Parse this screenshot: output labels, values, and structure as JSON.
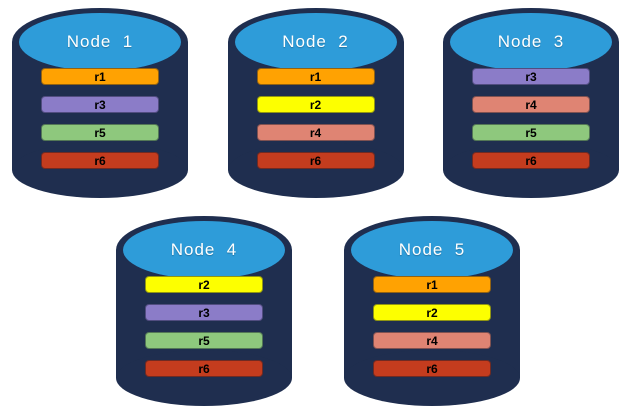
{
  "diagram": {
    "background_color": "#FFFFFF",
    "node_style": {
      "body_color": "#1F2E4F",
      "top_color": "#2E9CD9",
      "label_color": "#FFFFFF",
      "bar_text_color": "#000000"
    },
    "replica_colors": {
      "r1": "#FFA202",
      "r2": "#FDFF00",
      "r3": "#8B7CC8",
      "r4": "#DF8473",
      "r5": "#8EC87D",
      "r6": "#C43C1E"
    },
    "nodes": [
      {
        "label": "Node  1",
        "row": 1,
        "replicas": [
          "r1",
          "r3",
          "r5",
          "r6"
        ]
      },
      {
        "label": "Node  2",
        "row": 1,
        "replicas": [
          "r1",
          "r2",
          "r4",
          "r6"
        ]
      },
      {
        "label": "Node  3",
        "row": 1,
        "replicas": [
          "r3",
          "r4",
          "r5",
          "r6"
        ]
      },
      {
        "label": "Node  4",
        "row": 2,
        "replicas": [
          "r2",
          "r3",
          "r5",
          "r6"
        ]
      },
      {
        "label": "Node  5",
        "row": 2,
        "replicas": [
          "r1",
          "r2",
          "r4",
          "r6"
        ]
      }
    ]
  }
}
